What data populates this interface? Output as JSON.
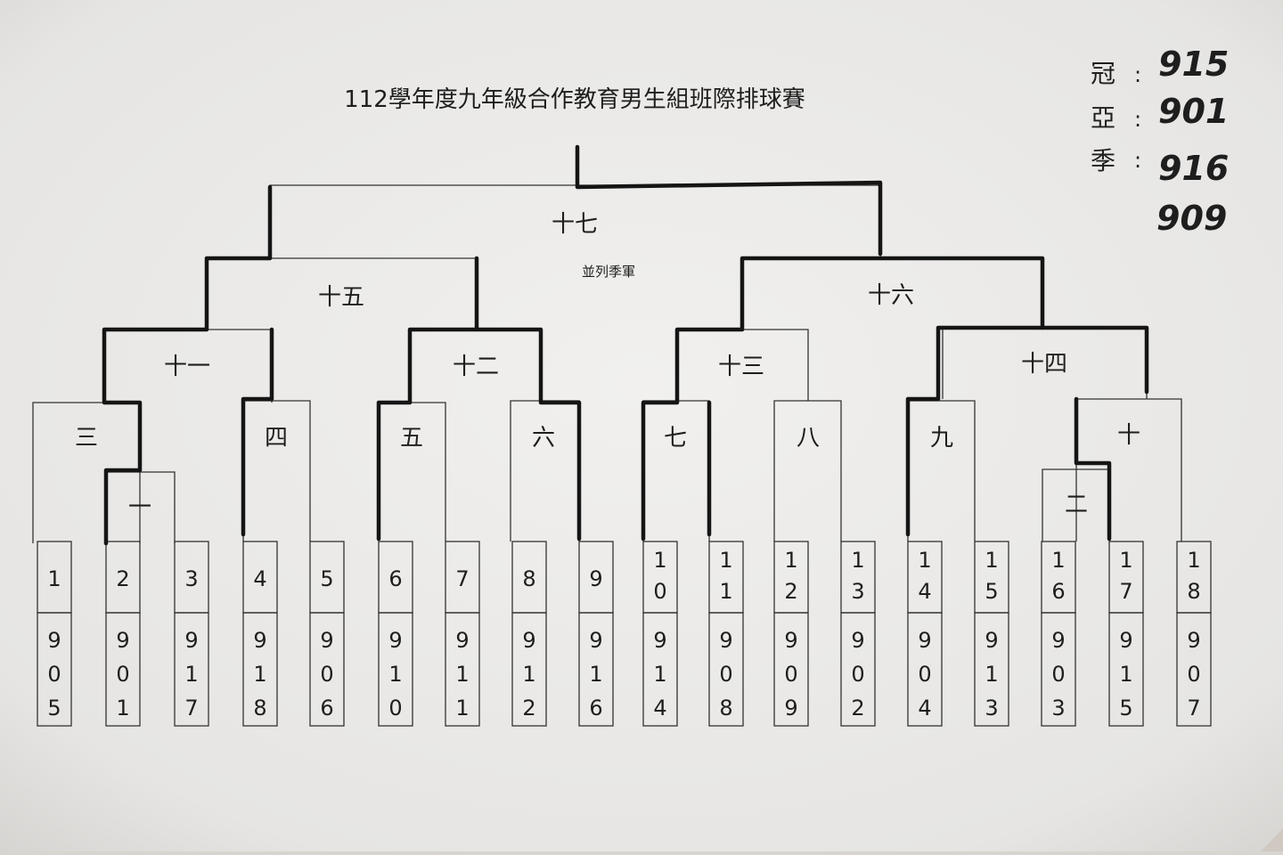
{
  "title": "112學年度九年級合作教育男生組班際排球賽",
  "results": {
    "champion_label": "冠",
    "champion": "915",
    "runner_up_label": "亞",
    "runner_up": "901",
    "third_label": "季",
    "third": [
      "916",
      "909"
    ],
    "colon": ":"
  },
  "tied_third_note": "並列季軍",
  "teams": [
    {
      "seed": "1",
      "class": "905"
    },
    {
      "seed": "2",
      "class": "901"
    },
    {
      "seed": "3",
      "class": "917"
    },
    {
      "seed": "4",
      "class": "918"
    },
    {
      "seed": "5",
      "class": "906"
    },
    {
      "seed": "6",
      "class": "910"
    },
    {
      "seed": "7",
      "class": "911"
    },
    {
      "seed": "8",
      "class": "912"
    },
    {
      "seed": "9",
      "class": "916"
    },
    {
      "seed": "10",
      "class": "914"
    },
    {
      "seed": "11",
      "class": "908"
    },
    {
      "seed": "12",
      "class": "909"
    },
    {
      "seed": "13",
      "class": "902"
    },
    {
      "seed": "14",
      "class": "904"
    },
    {
      "seed": "15",
      "class": "913"
    },
    {
      "seed": "16",
      "class": "903"
    },
    {
      "seed": "17",
      "class": "915"
    },
    {
      "seed": "18",
      "class": "907"
    }
  ],
  "matches": [
    "一",
    "二",
    "三",
    "四",
    "五",
    "六",
    "七",
    "八",
    "九",
    "十",
    "十一",
    "十二",
    "十三",
    "十四",
    "十五",
    "十六",
    "十七"
  ]
}
